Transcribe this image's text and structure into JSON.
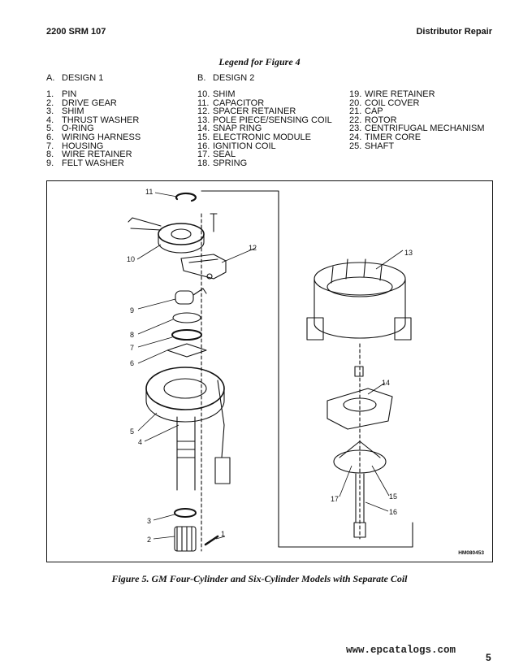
{
  "header": {
    "doc_code": "2200 SRM 107",
    "section": "Distributor Repair"
  },
  "legend": {
    "title": "Legend for Figure 4",
    "design_a": {
      "letter": "A.",
      "label": "DESIGN 1"
    },
    "design_b": {
      "letter": "B.",
      "label": "DESIGN 2"
    },
    "col1": [
      {
        "num": "1.",
        "label": "PIN"
      },
      {
        "num": "2.",
        "label": "DRIVE GEAR"
      },
      {
        "num": "3.",
        "label": "SHIM"
      },
      {
        "num": "4.",
        "label": "THRUST WASHER"
      },
      {
        "num": "5.",
        "label": "O-RING"
      },
      {
        "num": "6.",
        "label": "WIRING HARNESS"
      },
      {
        "num": "7.",
        "label": "HOUSING"
      },
      {
        "num": "8.",
        "label": "WIRE RETAINER"
      },
      {
        "num": "9.",
        "label": "FELT WASHER"
      }
    ],
    "col2": [
      {
        "num": "10.",
        "label": "SHIM"
      },
      {
        "num": "11.",
        "label": "CAPACITOR"
      },
      {
        "num": "12.",
        "label": "SPACER RETAINER"
      },
      {
        "num": "13.",
        "label": "POLE PIECE/SENSING COIL"
      },
      {
        "num": "14.",
        "label": "SNAP RING"
      },
      {
        "num": "15.",
        "label": "ELECTRONIC MODULE"
      },
      {
        "num": "16.",
        "label": "IGNITION COIL"
      },
      {
        "num": "17.",
        "label": "SEAL"
      },
      {
        "num": "18.",
        "label": "SPRING"
      }
    ],
    "col3": [
      {
        "num": "19.",
        "label": "WIRE RETAINER"
      },
      {
        "num": "20.",
        "label": "COIL COVER"
      },
      {
        "num": "21.",
        "label": "CAP"
      },
      {
        "num": "22.",
        "label": "ROTOR"
      },
      {
        "num": "23.",
        "label": "CENTRIFUGAL MECHANISM"
      },
      {
        "num": "24.",
        "label": "TIMER CORE"
      },
      {
        "num": "25.",
        "label": "SHAFT"
      }
    ]
  },
  "figure": {
    "callouts": [
      "1",
      "2",
      "3",
      "4",
      "5",
      "6",
      "7",
      "8",
      "9",
      "10",
      "11",
      "12",
      "13",
      "14",
      "15",
      "16",
      "17"
    ],
    "drawing_id": "HM080453",
    "caption": "Figure 5. GM Four-Cylinder and Six-Cylinder Models with Separate Coil"
  },
  "footer": {
    "watermark": "www.epcatalogs.com",
    "page_number": "5"
  }
}
